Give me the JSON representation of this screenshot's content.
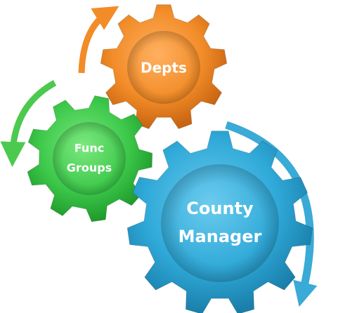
{
  "diagram": {
    "gears": [
      {
        "id": "depts",
        "lines": [
          "Depts"
        ],
        "color": "#F28C28"
      },
      {
        "id": "func-groups",
        "lines": [
          "Func",
          "Groups"
        ],
        "color": "#3CC84A"
      },
      {
        "id": "county-manager",
        "lines": [
          "County",
          "Manager"
        ],
        "color": "#2FA9D8"
      }
    ],
    "arrow_colors": {
      "orange": "#F28C28",
      "green": "#4CC94F",
      "blue": "#3AAAD6"
    }
  }
}
